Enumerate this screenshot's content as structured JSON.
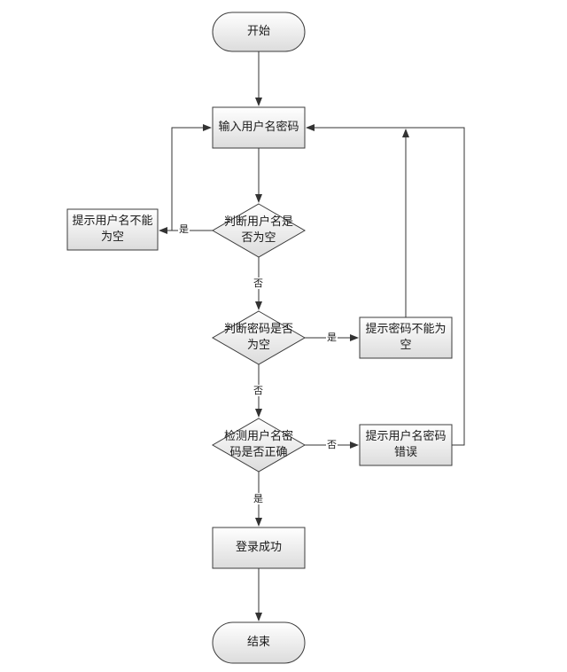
{
  "nodes": {
    "start": "开始",
    "input": "输入用户名密码",
    "check_user_empty": "判断用户名是\n否为空",
    "prompt_user_empty": "提示用户名不能\n为空",
    "check_pwd_empty": "判断密码是否\n为空",
    "prompt_pwd_empty": "提示密码不能为\n空",
    "check_credentials": "检测用户名密\n码是否正确",
    "prompt_wrong": "提示用户名密码\n错误",
    "success": "登录成功",
    "end": "结束"
  },
  "edges": {
    "user_empty_yes": "是",
    "user_empty_no": "否",
    "pwd_empty_yes": "是",
    "pwd_empty_no": "否",
    "cred_no": "否",
    "cred_yes": "是"
  },
  "colors": {
    "fill_top": "#ffffff",
    "fill_bottom": "#dcdcdc",
    "stroke": "#3c3c3c",
    "line": "#333333"
  }
}
